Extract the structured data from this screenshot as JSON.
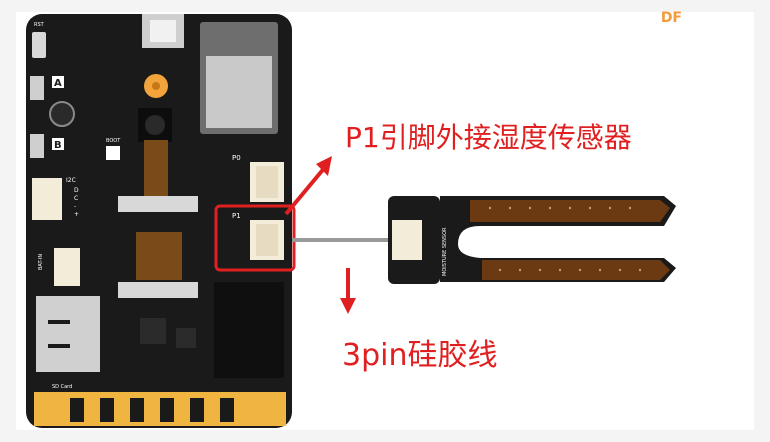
{
  "watermark": "DF",
  "labels": {
    "p1_external_sensor": "P1引脚外接湿度传感器",
    "cable_3pin": "3pin硅胶线"
  },
  "board": {
    "rst": "RST",
    "button_a": "A",
    "button_b": "B",
    "boot": "BOOT",
    "i2c": "I2C",
    "pin_d": "D",
    "pin_c": "C",
    "pin_minus": "-",
    "pin_plus": "+",
    "p0": "P0",
    "p1": "P1",
    "sd_card": "SD Card",
    "bat_in": "BAT-IN"
  },
  "sensor": {
    "text": "MOISTURE SENSOR"
  },
  "colors": {
    "pcb": "#1a1a1a",
    "arrow": "#e02020",
    "connector": "#f3ecd9",
    "probe": "#6b3a12",
    "gold": "#f0b441"
  }
}
